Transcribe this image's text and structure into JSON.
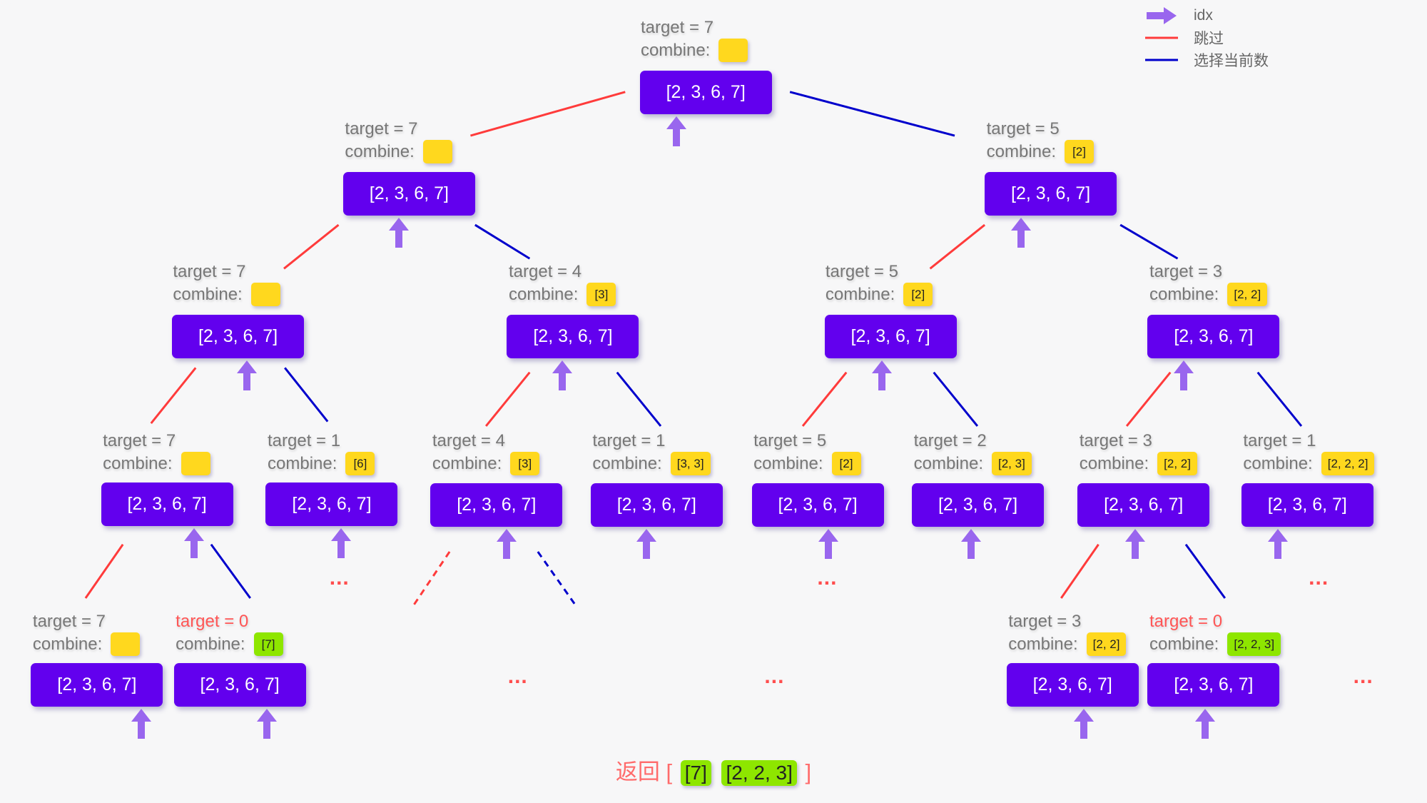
{
  "legend": {
    "items": [
      {
        "icon": "arrow-right-icon",
        "label": "idx",
        "color": "#9966ee"
      },
      {
        "icon": "red-line",
        "label": "跳过",
        "color": "#ff3b3b"
      },
      {
        "icon": "blue-line",
        "label": "选择当前数",
        "color": "#0000cc"
      }
    ]
  },
  "colors": {
    "node": "#6200ee",
    "arrow": "#9966ee",
    "skip": "#ff3b3b",
    "choose": "#0000cc",
    "combine": "#ffd81e",
    "found": "#8ee600"
  },
  "labels": {
    "target_prefix": "target = ",
    "combine": "combine:"
  },
  "nodes": [
    {
      "target": "7",
      "combine": "",
      "array": "[2, 3, 6, 7]"
    },
    {
      "target": "7",
      "combine": "",
      "array": "[2, 3, 6, 7]"
    },
    {
      "target": "5",
      "combine": "[2]",
      "array": "[2, 3, 6, 7]"
    },
    {
      "target": "7",
      "combine": "",
      "array": "[2, 3, 6, 7]"
    },
    {
      "target": "4",
      "combine": "[3]",
      "array": "[2, 3, 6, 7]"
    },
    {
      "target": "5",
      "combine": "[2]",
      "array": "[2, 3, 6, 7]"
    },
    {
      "target": "3",
      "combine": "[2, 2]",
      "array": "[2, 3, 6, 7]"
    },
    {
      "target": "7",
      "combine": "",
      "array": "[2, 3, 6, 7]"
    },
    {
      "target": "1",
      "combine": "[6]",
      "array": "[2, 3, 6, 7]"
    },
    {
      "target": "4",
      "combine": "[3]",
      "array": "[2, 3, 6, 7]"
    },
    {
      "target": "1",
      "combine": "[3, 3]",
      "array": "[2, 3, 6, 7]"
    },
    {
      "target": "5",
      "combine": "[2]",
      "array": "[2, 3, 6, 7]"
    },
    {
      "target": "2",
      "combine": "[2, 3]",
      "array": "[2, 3, 6, 7]"
    },
    {
      "target": "3",
      "combine": "[2, 2]",
      "array": "[2, 3, 6, 7]"
    },
    {
      "target": "1",
      "combine": "[2, 2, 2]",
      "array": "[2, 3, 6, 7]"
    },
    {
      "target": "7",
      "combine": "",
      "array": "[2, 3, 6, 7]"
    },
    {
      "target": "0",
      "combine": "[7]",
      "array": "[2, 3, 6, 7]",
      "found": true
    },
    {
      "target": "3",
      "combine": "[2, 2]",
      "array": "[2, 3, 6, 7]"
    },
    {
      "target": "0",
      "combine": "[2, 2, 3]",
      "array": "[2, 3, 6, 7]",
      "found": true
    }
  ],
  "ellipsis": "...",
  "result": {
    "prefix": "返回",
    "open": "[",
    "items": [
      "[7]",
      "[2, 2, 3]"
    ],
    "close": "]"
  }
}
